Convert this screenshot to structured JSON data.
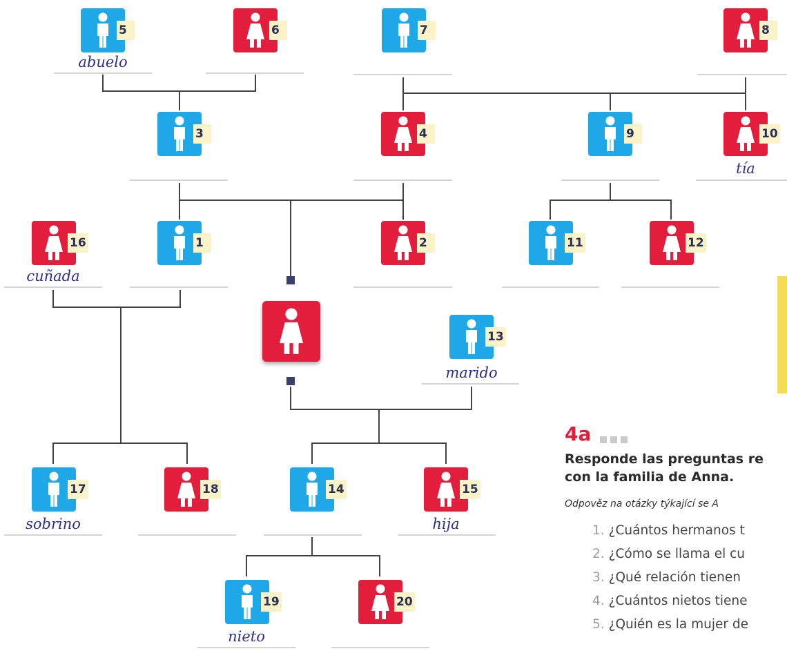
{
  "colors": {
    "male": "#1fa8e8",
    "female": "#e31d3c",
    "line": "#404040",
    "label_bg": "#fbf3c8",
    "script_text": "#2d2f86"
  },
  "people": [
    {
      "id": "5",
      "gender": "male",
      "number": "5",
      "word": "abuelo"
    },
    {
      "id": "6",
      "gender": "female",
      "number": "6",
      "word": ""
    },
    {
      "id": "7",
      "gender": "male",
      "number": "7",
      "word": ""
    },
    {
      "id": "8",
      "gender": "female",
      "number": "8",
      "word": ""
    },
    {
      "id": "3",
      "gender": "male",
      "number": "3",
      "word": ""
    },
    {
      "id": "4",
      "gender": "female",
      "number": "4",
      "word": ""
    },
    {
      "id": "9",
      "gender": "male",
      "number": "9",
      "word": ""
    },
    {
      "id": "10",
      "gender": "female",
      "number": "10",
      "word": "tía"
    },
    {
      "id": "16",
      "gender": "female",
      "number": "16",
      "word": "cuñada"
    },
    {
      "id": "1",
      "gender": "male",
      "number": "1",
      "word": ""
    },
    {
      "id": "2",
      "gender": "female",
      "number": "2",
      "word": ""
    },
    {
      "id": "11",
      "gender": "male",
      "number": "11",
      "word": ""
    },
    {
      "id": "12",
      "gender": "female",
      "number": "12",
      "word": ""
    },
    {
      "id": "13",
      "gender": "male",
      "number": "13",
      "word": "marido"
    },
    {
      "id": "17",
      "gender": "male",
      "number": "17",
      "word": "sobrino"
    },
    {
      "id": "18",
      "gender": "female",
      "number": "18",
      "word": ""
    },
    {
      "id": "14",
      "gender": "male",
      "number": "14",
      "word": ""
    },
    {
      "id": "15",
      "gender": "female",
      "number": "15",
      "word": "hija"
    },
    {
      "id": "19",
      "gender": "male",
      "number": "19",
      "word": "nieto"
    },
    {
      "id": "20",
      "gender": "female",
      "number": "20",
      "word": ""
    }
  ],
  "anna": {
    "gender": "female"
  },
  "exercise": {
    "number": "4a",
    "title": "Responde las preguntas re\ncon la familia de Anna.",
    "subtitle": "Odpověz na otázky týkající se A",
    "questions": [
      {
        "n": "1.",
        "text": "¿Cuántos hermanos t"
      },
      {
        "n": "2.",
        "text": "¿Cómo se llama el cu"
      },
      {
        "n": "3.",
        "text": "¿Qué relación tienen"
      },
      {
        "n": "4.",
        "text": "¿Cuántos nietos tiene"
      },
      {
        "n": "5.",
        "text": "¿Quién es la mujer de"
      }
    ]
  }
}
